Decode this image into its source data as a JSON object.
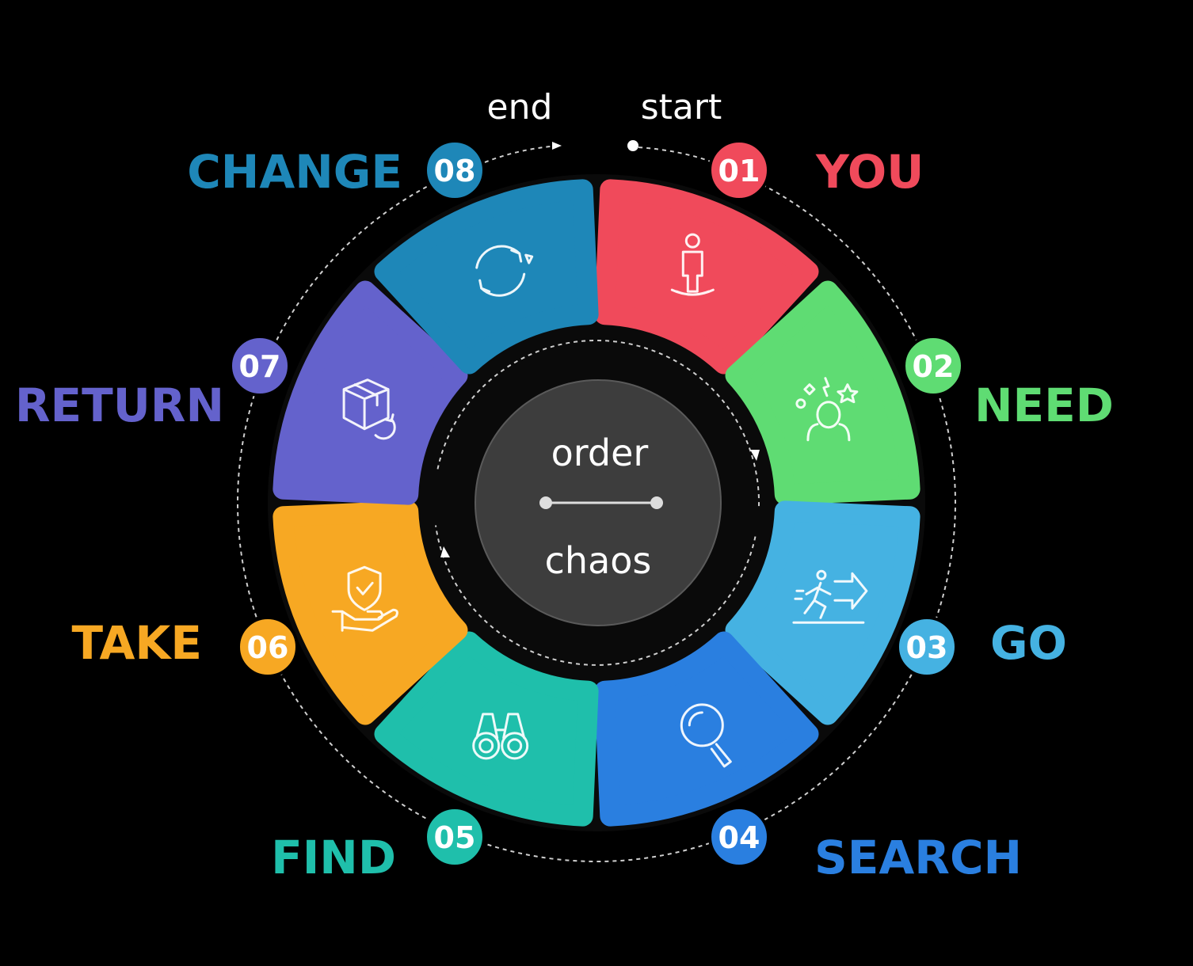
{
  "top": {
    "end_label": "end",
    "start_label": "start"
  },
  "center": {
    "order_label": "order",
    "chaos_label": "chaos"
  },
  "colors": {
    "background": "#000000",
    "ring_disc": "#0a0a0a",
    "center_disc": "#3d3d3d",
    "connector": "#cccccc"
  },
  "steps": [
    {
      "number": "01",
      "label": "YOU",
      "color": "#f04a5b",
      "icon": "person-standing-icon"
    },
    {
      "number": "02",
      "label": "NEED",
      "color": "#5fdc73",
      "icon": "thinking-person-icon"
    },
    {
      "number": "03",
      "label": "GO",
      "color": "#45b2e2",
      "icon": "running-exit-icon"
    },
    {
      "number": "04",
      "label": "SEARCH",
      "color": "#2a7fe0",
      "icon": "magnifier-icon"
    },
    {
      "number": "05",
      "label": "FIND",
      "color": "#1fbfab",
      "icon": "binoculars-icon"
    },
    {
      "number": "06",
      "label": "TAKE",
      "color": "#f7a823",
      "icon": "shield-hand-icon"
    },
    {
      "number": "07",
      "label": "RETURN",
      "color": "#6462cc",
      "icon": "box-return-icon"
    },
    {
      "number": "08",
      "label": "CHANGE",
      "color": "#1e87b8",
      "icon": "refresh-arrows-icon"
    }
  ]
}
